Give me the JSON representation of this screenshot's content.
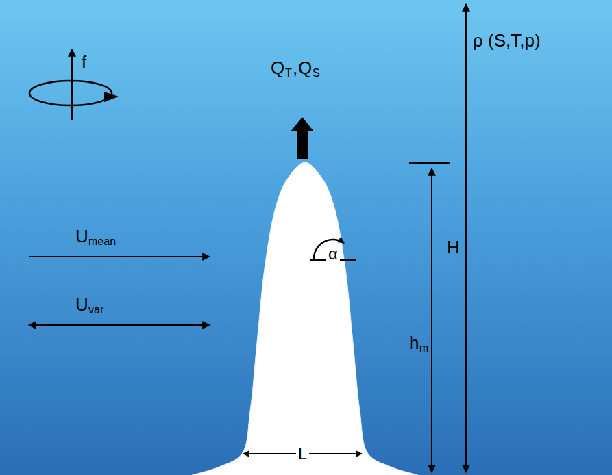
{
  "diagram": {
    "nodes": [
      {
        "text": [
          "α",
          "L"
        ]
      }
    ],
    "labels": [
      "f",
      "Q",
      "T",
      ",",
      "Q",
      "S",
      "ρ (S,T,p)",
      "U",
      "mean",
      "U",
      "var",
      "h",
      "m",
      "H"
    ]
  }
}
